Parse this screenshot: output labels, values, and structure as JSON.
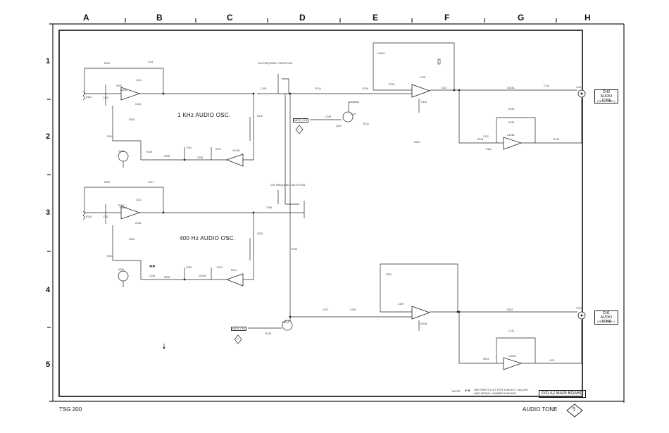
{
  "grid": {
    "columns": [
      "A",
      "B",
      "C",
      "D",
      "E",
      "F",
      "G",
      "H"
    ],
    "rows": [
      "1",
      "2",
      "3",
      "4",
      "5"
    ]
  },
  "oscillators": {
    "upper": "1 KHz AUDIO OSC.",
    "lower": "400 Hz AUDIO OSC."
  },
  "selection_labels": {
    "upper": "CH2 FREQUENCY SELECTION",
    "lower": "CH1 FREQUENCY SELECTION"
  },
  "connectors": {
    "ch2": {
      "line1": "CH2",
      "line2": "AUDIO TONE",
      "sub": "(REAR PANEL)"
    },
    "ch1": {
      "line1": "CH1",
      "line2": "AUDIO TONE",
      "sub": "(REAR PANEL)"
    }
  },
  "inputs": {
    "upper": "MUTE_CH2",
    "lower": "MUTE_CH1",
    "upper_marker": "1",
    "lower_marker": "2"
  },
  "note": {
    "label": "NOTE:",
    "line1": "SEE PARTS LIST FOR SUBJECT VALUES",
    "line2": "AND SERIAL NUMBER RANGES"
  },
  "title_box": "P/O A2 MAIN BOARD",
  "footer": {
    "left": "TSG 200",
    "right": "AUDIO TONE",
    "badge": "5"
  },
  "component_labels": [
    "R102",
    "C111",
    "R100",
    "C101",
    "U101A",
    "R104",
    "C102",
    "C103",
    "R106",
    "R110",
    "Q101",
    "R108",
    "R109",
    "C104",
    "C105",
    "R107",
    "U101B",
    "R112",
    "C106",
    "R114",
    "R116",
    "C107",
    "U102A",
    "R118",
    "C108",
    "R120",
    "C109",
    "Q102",
    "R122",
    "R124",
    "C110",
    "U103A",
    "R126",
    "R128",
    "C112",
    "R130",
    "R132",
    "C113",
    "U103B",
    "R134",
    "R202",
    "C201",
    "R200",
    "C211",
    "U201A",
    "R204",
    "C202",
    "C203",
    "R206",
    "R210",
    "Q201",
    "R208",
    "C204",
    "C205",
    "U201B",
    "R212",
    "R214",
    "Q202",
    "C206",
    "R216",
    "C207",
    "U202A",
    "R218",
    "C208",
    "R220",
    "C209",
    "U203A",
    "R222",
    "C210",
    "U203B",
    "R224",
    "J101",
    "J102",
    "TP201"
  ]
}
